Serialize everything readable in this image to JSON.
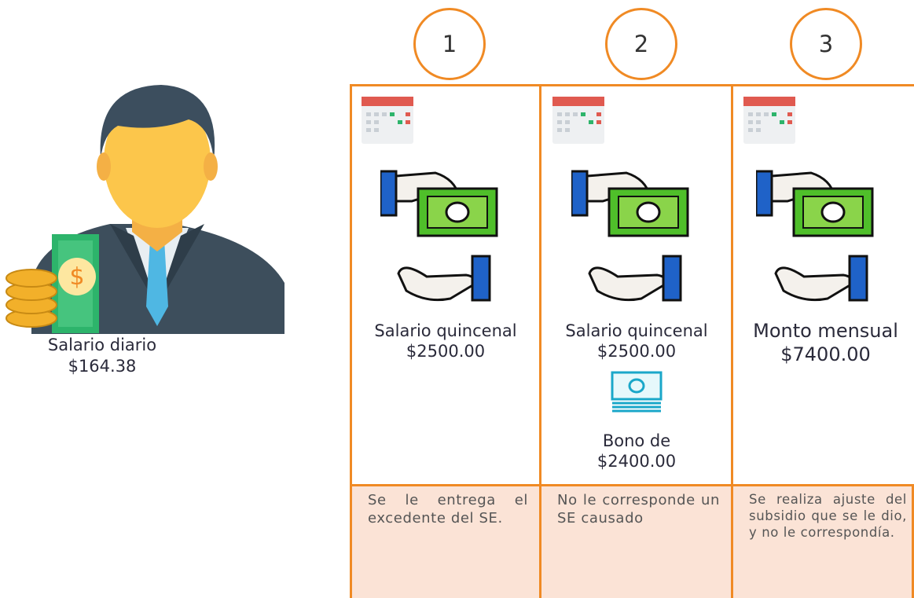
{
  "person": {
    "caption_line1": "Salario diario",
    "caption_line2": "$164.38"
  },
  "columns": [
    {
      "number": "1",
      "title": "Salario quincenal",
      "amount": "$2500.00",
      "note": "Se le entrega el excedente del SE."
    },
    {
      "number": "2",
      "title": "Salario quincenal",
      "amount": "$2500.00",
      "bonus_label": "Bono de",
      "bonus_amount": "$2400.00",
      "note": "No le corresponde un SE causado"
    },
    {
      "number": "3",
      "title": "Monto mensual",
      "amount": "$7400.00",
      "note": "Se realiza ajuste del subsidio que se le dio, y no le correspondía."
    }
  ],
  "colors": {
    "accent": "#f08a24",
    "note_bg": "#fbe3d6"
  }
}
